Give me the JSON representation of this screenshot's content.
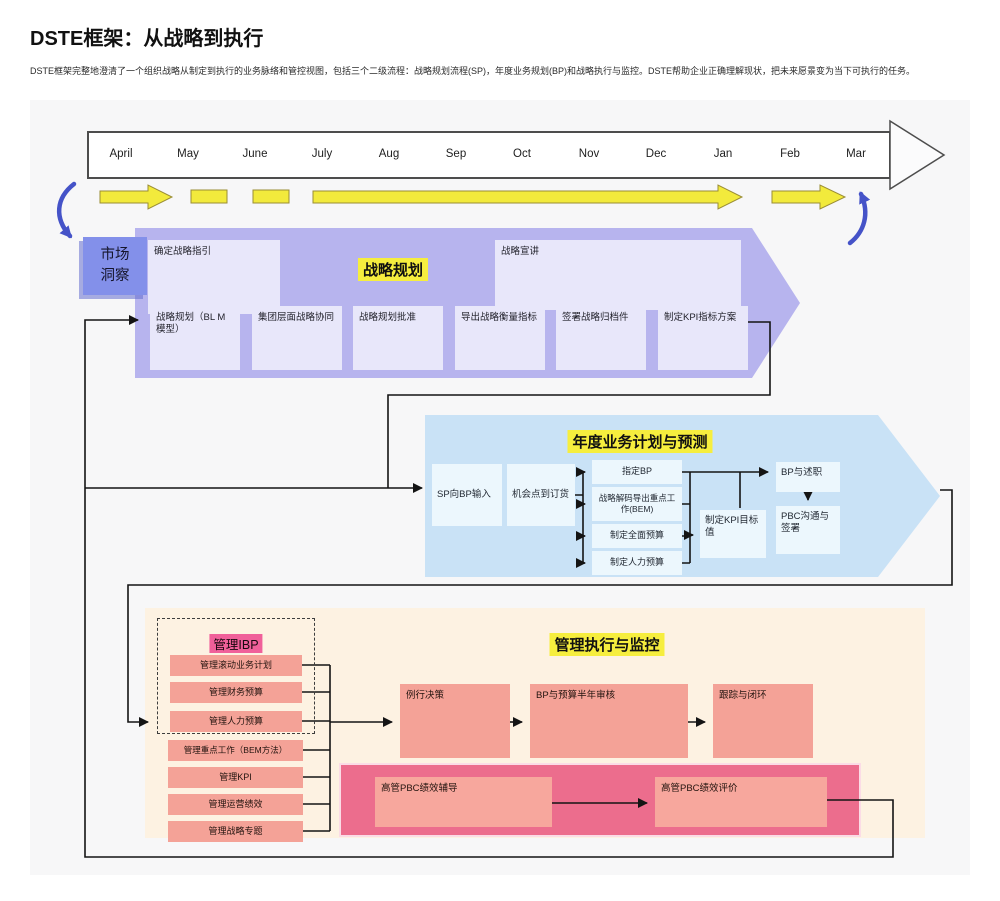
{
  "page": {
    "title": "DSTE框架：从战略到执行",
    "subtitle": "DSTE框架完整地澄清了一个组织战略从制定到执行的业务脉络和管控视图，包括三个二级流程：战略规划流程(SP)，年度业务规划(BP)和战略执行与监控。DSTE帮助企业正确理解现状，把未来愿景变为当下可执行的任务。"
  },
  "timeline": {
    "months": [
      "April",
      "May",
      "June",
      "July",
      "Aug",
      "Sep",
      "Oct",
      "Nov",
      "Dec",
      "Jan",
      "Feb",
      "Mar"
    ]
  },
  "market_insight": {
    "text": "市场\n洞察"
  },
  "sp": {
    "title": "战略规划",
    "guide_box": "确定战略指引",
    "present_box": "战略宣讲",
    "boxes": [
      "战略规划（BL M模型）",
      "集团层面战略协同",
      "战略规划批准",
      "导出战略衡量指标",
      "签署战略归档件",
      "制定KPI指标方案"
    ]
  },
  "bp": {
    "title": "年度业务计划与预测",
    "sp_input": "SP向BP输入",
    "opportunity": "机会点到订货",
    "stack": [
      "指定BP",
      "战略解码导出重点工作(BEM)",
      "制定全面预算",
      "制定人力预算"
    ],
    "kpi_target": "制定KPI目标值",
    "bp_review": "BP与述职",
    "pbc_sign": "PBC沟通与签署"
  },
  "exec": {
    "title": "管理执行与监控",
    "ibp_title": "管理IBP",
    "ibp_boxes": [
      "管理滚动业务计划",
      "管理财务预算",
      "管理人力预算"
    ],
    "mgmt_boxes": [
      "管理重点工作（BEM方法）",
      "管理KPI",
      "管理运营绩效",
      "管理战略专题"
    ],
    "flow_boxes": [
      "例行决策",
      "BP与预算半年审核",
      "跟踪与闭环"
    ],
    "pbc_boxes": [
      "高管PBC绩效辅导",
      "高管PBC绩效评价"
    ]
  },
  "colors": {
    "sp_body": "#b7b4ee",
    "sp_box": "#e8e7fa",
    "bp_body": "#c9e2f6",
    "bp_box": "#ecf7fd",
    "exec_bg": "#fdf2e2",
    "salmon_box": "#f4a297",
    "pbc_container": "#ec6d8d",
    "highlight_yellow": "#f6ee3e",
    "highlight_pink": "#f0609a",
    "timeline_arrow_yellow": "#f2ea3c",
    "curve_arrow_blue": "#4553c8",
    "market_insight_blue": "#8390ea"
  }
}
